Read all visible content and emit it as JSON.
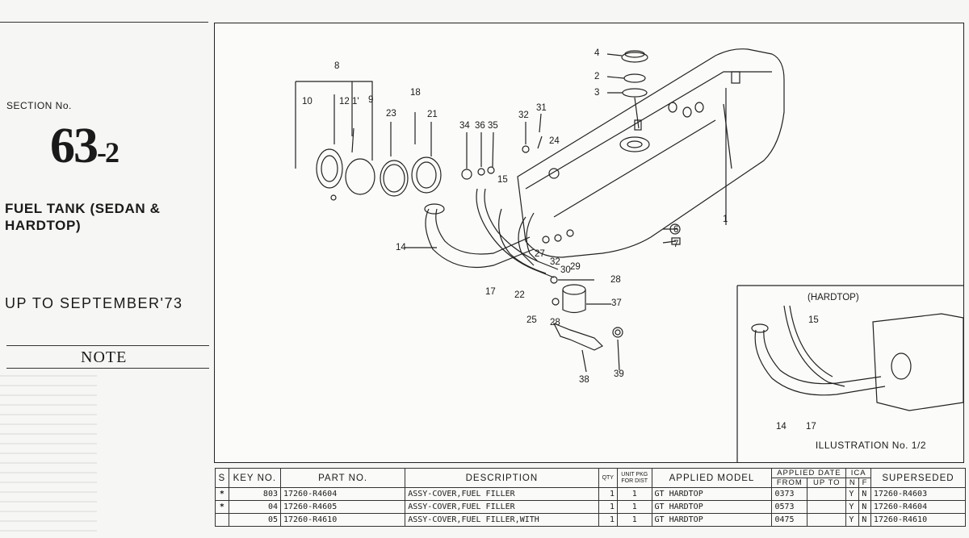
{
  "left_panel": {
    "section_label": "SECTION No.",
    "section_number": "63",
    "section_suffix": "-2",
    "title": "FUEL TANK (SEDAN & HARDTOP)",
    "range": "UP TO SEPTEMBER'73",
    "note_label": "NOTE"
  },
  "illustration": {
    "callouts": [
      "1",
      "2",
      "3",
      "4",
      "6",
      "7",
      "8",
      "9",
      "10",
      "12",
      "1'",
      "14",
      "15",
      "17",
      "18",
      "21",
      "22",
      "23",
      "24",
      "25",
      "27",
      "28",
      "28",
      "29",
      "30",
      "31",
      "32",
      "32",
      "34",
      "36",
      "35",
      "37",
      "38",
      "39"
    ],
    "inset_title": "(HARDTOP)",
    "inset_callouts": [
      "15",
      "14",
      "17"
    ],
    "caption": "ILLUSTRATION No. 1/2"
  },
  "table": {
    "headers": {
      "s": "S",
      "key_no": "KEY NO.",
      "part_no": "PART NO.",
      "description": "DESCRIPTION",
      "qty": "QTY",
      "unit_pkg": "UNIT PKG",
      "for_dist": "FOR DIST",
      "applied_model": "APPLIED MODEL",
      "applied_date": "APPLIED DATE",
      "from": "FROM",
      "up_to": "UP TO",
      "ica": "ICA",
      "n": "N",
      "f": "F",
      "superseded": "SUPERSEDED"
    },
    "rows": [
      {
        "s": "*",
        "key": "803",
        "part": "17260-R4604",
        "desc": "ASSY-COVER,FUEL FILLER",
        "qty": "1",
        "pkg": "1",
        "model": "GT HARDTOP",
        "from": "0373",
        "upto": "",
        "n": "Y",
        "f": "N",
        "sup": "17260-R4603"
      },
      {
        "s": "*",
        "key": "04",
        "part": "17260-R4605",
        "desc": "ASSY-COVER,FUEL FILLER",
        "qty": "1",
        "pkg": "1",
        "model": "GT HARDTOP",
        "from": "0573",
        "upto": "",
        "n": "Y",
        "f": "N",
        "sup": "17260-R4604"
      },
      {
        "s": "",
        "key": "05",
        "part": "17260-R4610",
        "desc": "ASSY-COVER,FUEL FILLER,WITH",
        "qty": "1",
        "pkg": "1",
        "model": "GT HARDTOP",
        "from": "0475",
        "upto": "",
        "n": "Y",
        "f": "N",
        "sup": "17260-R4610"
      }
    ]
  }
}
